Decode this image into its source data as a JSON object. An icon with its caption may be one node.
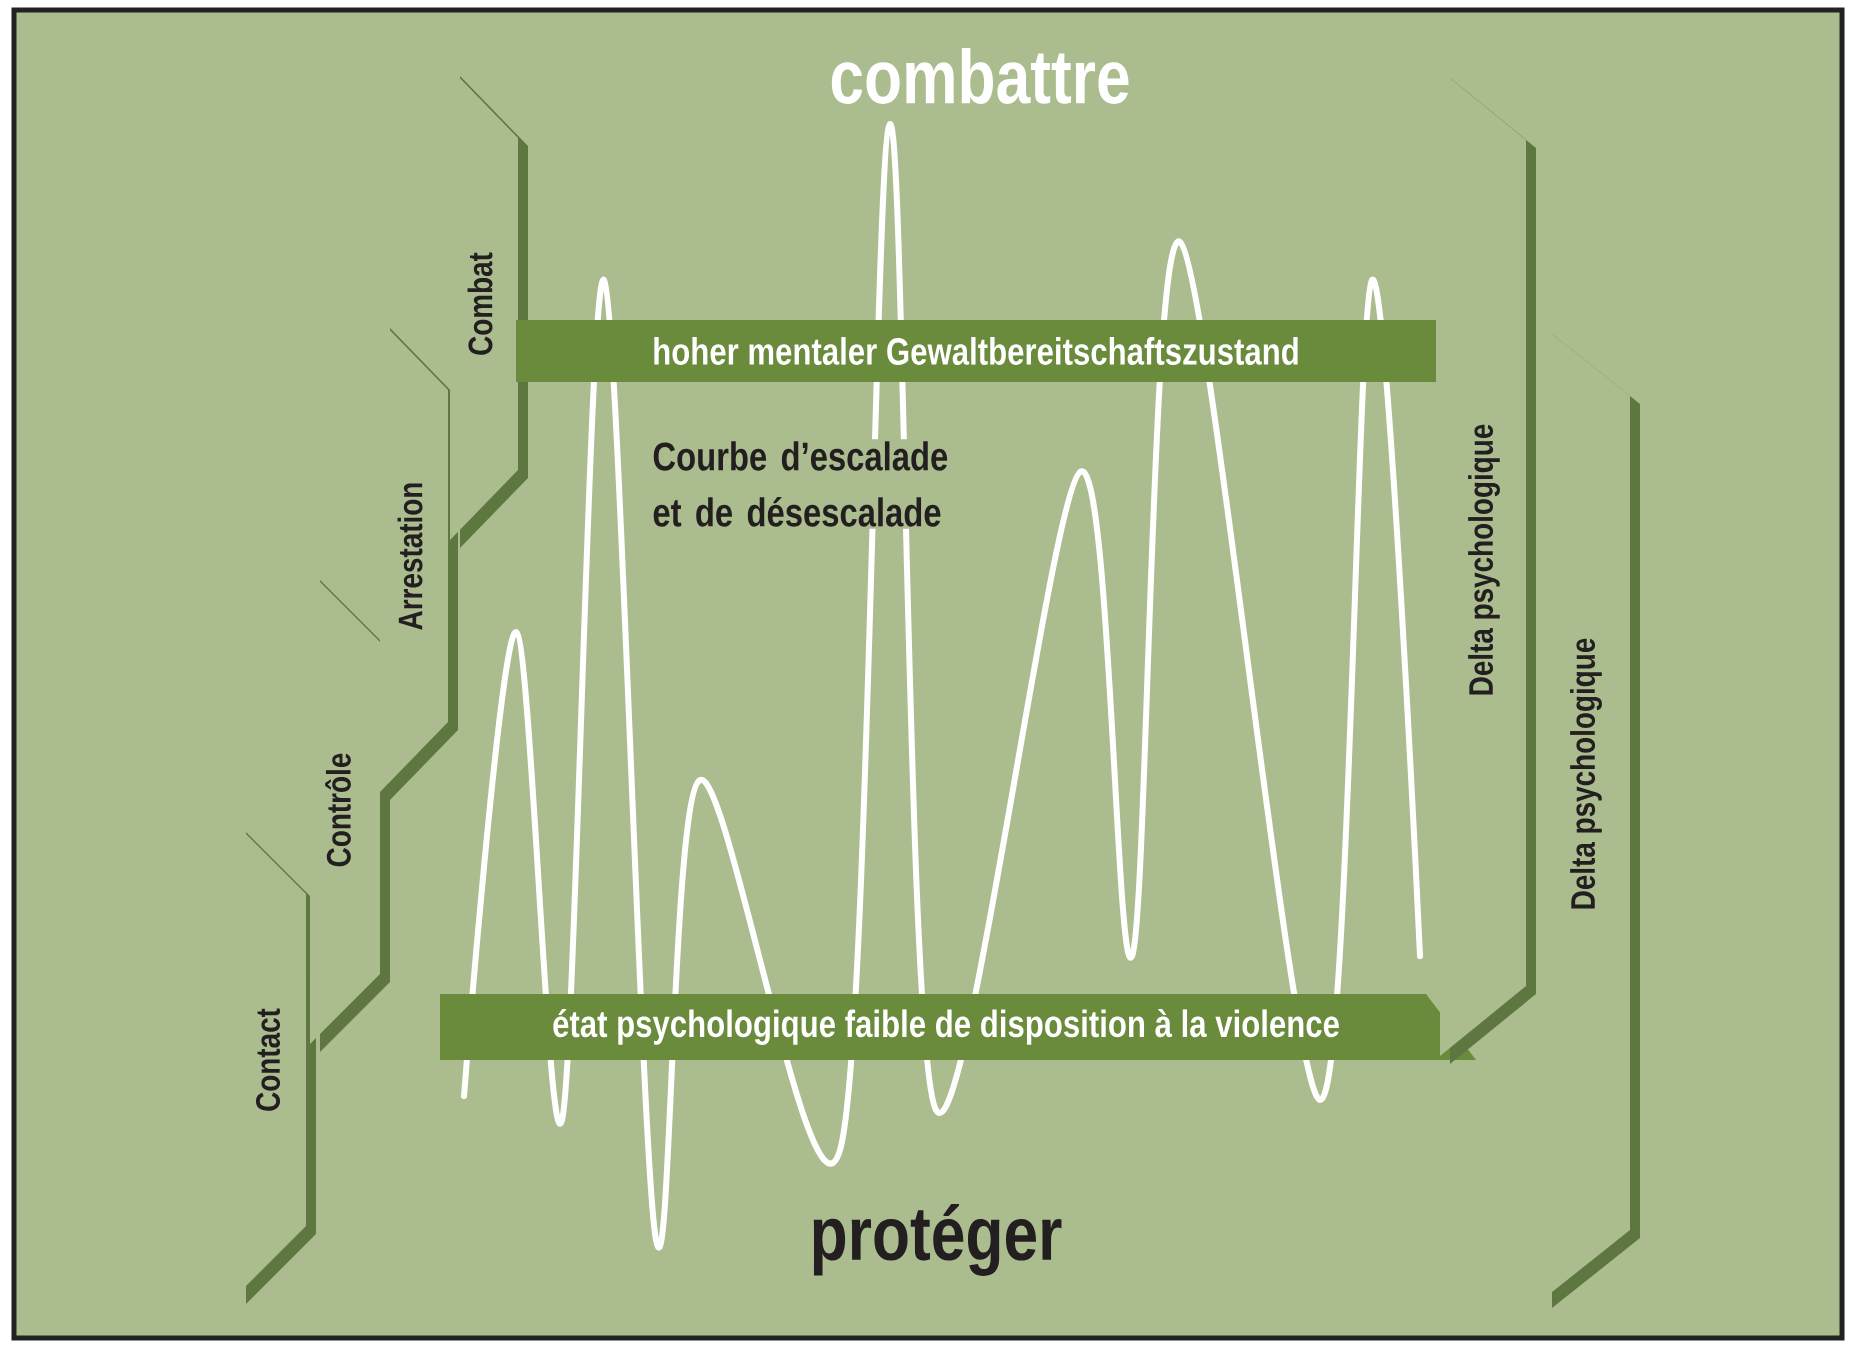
{
  "diagram": {
    "nodes": [
      {
        "text": [
          "Contact"
        ]
      },
      {
        "text": [
          "Contrôle"
        ]
      },
      {
        "text": [
          "Arrestation"
        ]
      },
      {
        "text": [
          "Combat"
        ]
      },
      {
        "text": [
          "hoher mentaler Gewaltbereitschaftszustand"
        ]
      },
      {
        "text": [
          "état psychologique faible de disposition à la violence"
        ]
      },
      {
        "text": [
          "Delta psychologique"
        ]
      },
      {
        "text": [
          "Delta psychologique"
        ]
      }
    ],
    "labels": [
      "combattre",
      "Courbe d’escalade et de désescalade",
      "protéger"
    ]
  }
}
